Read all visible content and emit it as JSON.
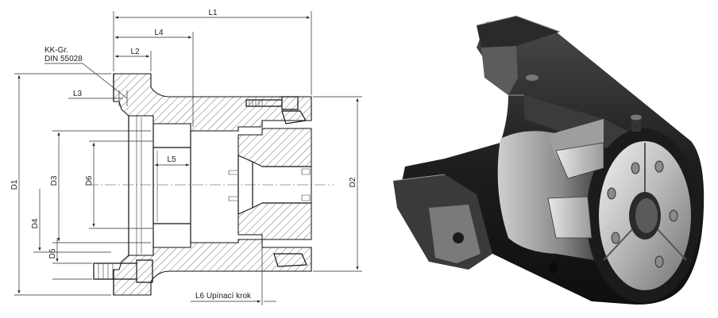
{
  "drawing": {
    "labels": {
      "l1": "L1",
      "l2": "L2",
      "l3": "L3",
      "l4": "L4",
      "l5": "L5",
      "l6": "L6 Upínací krok",
      "d1": "D1",
      "d2": "D2",
      "d3": "D3",
      "d4": "D4",
      "d5": "D5",
      "d6": "D6",
      "kk_line1": "KK-Gr.",
      "kk_line2": "DIN 55028"
    }
  },
  "colors": {
    "line": "#111111",
    "hatch": "#333333",
    "render_dark": "#1c1c1c",
    "render_mid": "#6e6e6e",
    "render_light": "#d8d8d8"
  }
}
